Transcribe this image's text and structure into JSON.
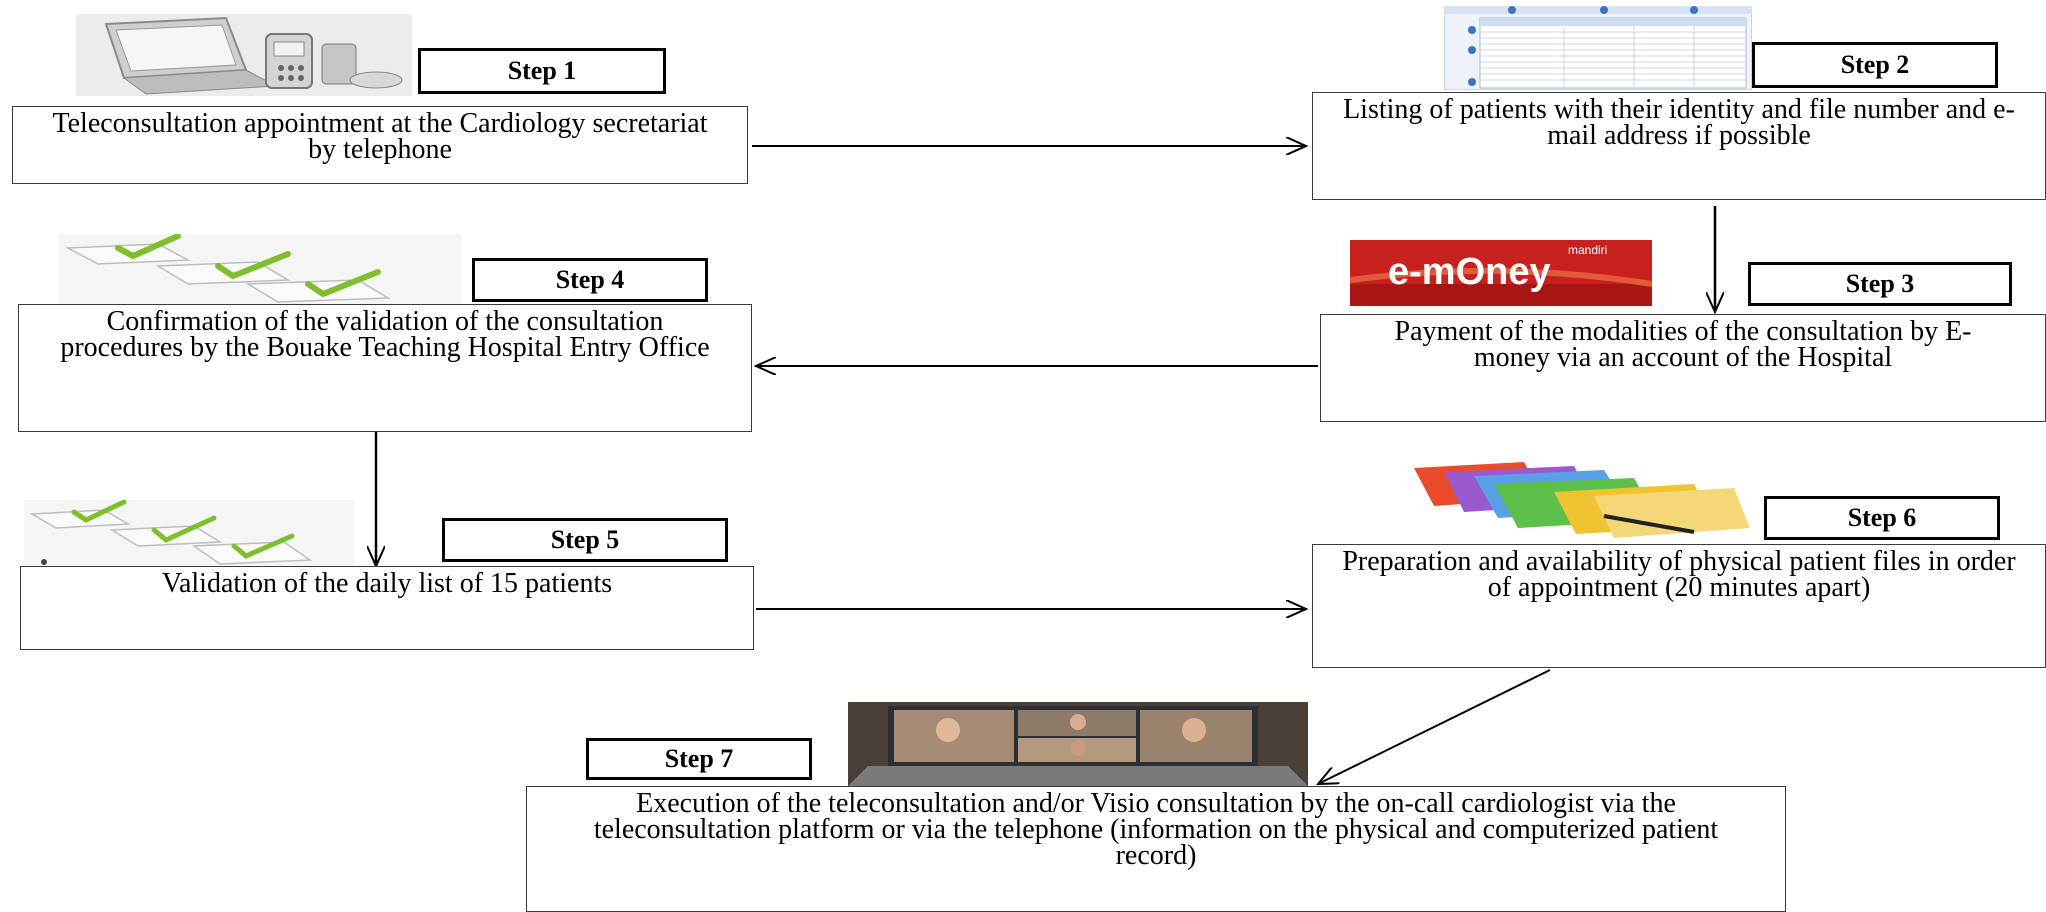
{
  "steps": [
    {
      "label": "Step 1",
      "text": "Teleconsultation appointment at the Cardiology secretariat by telephone"
    },
    {
      "label": "Step 2",
      "text": "Listing of patients with their identity and file number and e-mail address if possible"
    },
    {
      "label": "Step 3",
      "text": "Payment of the modalities of the consultation by E-money via an account of the Hospital"
    },
    {
      "label": "Step 4",
      "text": "Confirmation of the validation of the consultation procedures by the Bouake Teaching Hospital Entry Office"
    },
    {
      "label": "Step 5",
      "text": "Validation of the daily list of 15 patients"
    },
    {
      "label": "Step 6",
      "text": "Preparation and availability of physical patient files in order of appointment (20 minutes apart)"
    },
    {
      "label": "Step 7",
      "text": "Execution of the teleconsultation and/or Visio consultation by the on-call cardiologist via the teleconsultation platform or via the telephone (information on the physical and computerized patient record)"
    }
  ],
  "images": {
    "step1": "laptop-phone-icon",
    "step2": "patient-list-screenshot",
    "step3": {
      "icon": "e-money-card",
      "brand": "mandiri",
      "text": "e-money"
    },
    "step4": "checklist-icon",
    "step5": "checklist-icon",
    "step6": "colored-folders-icon",
    "step7": "video-call-laptop"
  },
  "colors": {
    "emoney_red": "#c8201e",
    "check_green": "#7fbf2e"
  }
}
